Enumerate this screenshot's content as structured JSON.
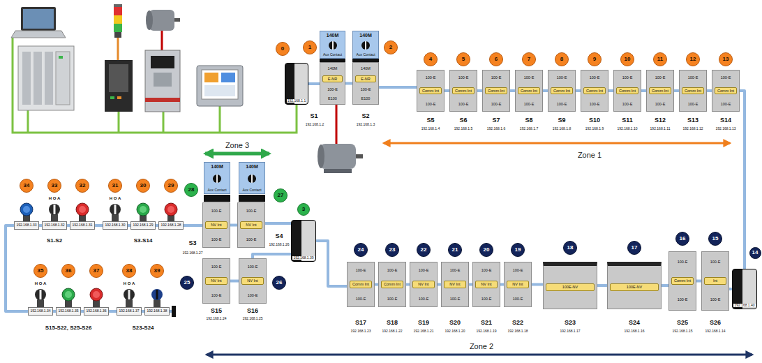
{
  "diagram": {
    "nodes": [
      {
        "text": [
          "0"
        ]
      },
      {
        "text": [
          "1"
        ]
      },
      {
        "text": [
          "2"
        ]
      },
      {
        "text": [
          "4"
        ]
      },
      {
        "text": [
          "5"
        ]
      },
      {
        "text": [
          "6"
        ]
      },
      {
        "text": [
          "7"
        ]
      },
      {
        "text": [
          "8"
        ]
      },
      {
        "text": [
          "9"
        ]
      },
      {
        "text": [
          "10"
        ]
      },
      {
        "text": [
          "11"
        ]
      },
      {
        "text": [
          "12"
        ]
      },
      {
        "text": [
          "13"
        ]
      },
      {
        "text": [
          "192.168.1.1"
        ]
      },
      {
        "text": [
          "140M",
          "Aux Contact"
        ]
      },
      {
        "text": [
          "140M",
          "Aux Contact"
        ]
      },
      {
        "text": [
          "140M",
          "E-NR",
          "100-E",
          "E100"
        ]
      },
      {
        "text": [
          "140M",
          "E-NR",
          "100-E",
          "E100"
        ]
      },
      {
        "text": [
          "100-E",
          "Comm Int",
          "100-E"
        ]
      },
      {
        "text": [
          "100-E",
          "Comm Int",
          "100-E"
        ]
      },
      {
        "text": [
          "100-E",
          "Comm Int",
          "100-E"
        ]
      },
      {
        "text": [
          "100-E",
          "Comm Int",
          "100-E"
        ]
      },
      {
        "text": [
          "100-E",
          "Comm Int",
          "100-E"
        ]
      },
      {
        "text": [
          "100-E",
          "Comm Int",
          "100-E"
        ]
      },
      {
        "text": [
          "100-E",
          "Comm Int",
          "100-E"
        ]
      },
      {
        "text": [
          "100-E",
          "Comm Int",
          "100-E"
        ]
      },
      {
        "text": [
          "100-E",
          "Comm Int",
          "100-E"
        ]
      },
      {
        "text": [
          "100-E",
          "Comm Int",
          "100-E"
        ]
      },
      {
        "text": [
          "28"
        ]
      },
      {
        "text": [
          "27"
        ]
      },
      {
        "text": [
          "3"
        ]
      },
      {
        "text": [
          "140M",
          "Aux Contact"
        ]
      },
      {
        "text": [
          "140M",
          "Aux Contact"
        ]
      },
      {
        "text": [
          "100-E",
          "NV Int",
          "100-E"
        ]
      },
      {
        "text": [
          "100-E",
          "NV Int",
          "100-E"
        ]
      },
      {
        "text": [
          "192.168.1.39"
        ]
      },
      {
        "text": [
          "25"
        ]
      },
      {
        "text": [
          "26"
        ]
      },
      {
        "text": [
          "100-E",
          "NV Int",
          "100-E"
        ]
      },
      {
        "text": [
          "100-E",
          "NV Int",
          "100-E"
        ]
      },
      {
        "text": [
          "24"
        ]
      },
      {
        "text": [
          "23"
        ]
      },
      {
        "text": [
          "22"
        ]
      },
      {
        "text": [
          "21"
        ]
      },
      {
        "text": [
          "20"
        ]
      },
      {
        "text": [
          "19"
        ]
      },
      {
        "text": [
          "18"
        ]
      },
      {
        "text": [
          "17"
        ]
      },
      {
        "text": [
          "16"
        ]
      },
      {
        "text": [
          "15"
        ]
      },
      {
        "text": [
          "14"
        ]
      },
      {
        "text": [
          "192.168.1.40"
        ]
      },
      {
        "text": [
          "100-E",
          "Comm Int",
          "100-E"
        ]
      },
      {
        "text": [
          "100-E",
          "Comm Int",
          "100-E"
        ]
      },
      {
        "text": [
          "100-E",
          "NV Int",
          "100-E"
        ]
      },
      {
        "text": [
          "100-E",
          "NV Int",
          "100-E"
        ]
      },
      {
        "text": [
          "100-E",
          "NV Int",
          "100-E"
        ]
      },
      {
        "text": [
          "100-E",
          "NV Int",
          "100-E"
        ]
      },
      {
        "text": [
          "100E-NV"
        ]
      },
      {
        "text": [
          "100E-NV"
        ]
      },
      {
        "text": [
          "100-E",
          "Comm Int",
          "100-E"
        ]
      },
      {
        "text": [
          "100-E",
          "Int",
          "100-E"
        ]
      },
      {
        "text": [
          "34"
        ]
      },
      {
        "text": [
          "33"
        ]
      },
      {
        "text": [
          "32"
        ]
      },
      {
        "text": [
          "31"
        ]
      },
      {
        "text": [
          "30"
        ]
      },
      {
        "text": [
          "29"
        ]
      },
      {
        "text": [
          "192.168.1.33"
        ]
      },
      {
        "text": [
          "192.168.1.32"
        ]
      },
      {
        "text": [
          "192.168.1.31"
        ]
      },
      {
        "text": [
          "192.168.1.30"
        ]
      },
      {
        "text": [
          "192.168.1.29"
        ]
      },
      {
        "text": [
          "192.168.1.28"
        ]
      },
      {
        "text": [
          "35"
        ]
      },
      {
        "text": [
          "36"
        ]
      },
      {
        "text": [
          "37"
        ]
      },
      {
        "text": [
          "38"
        ]
      },
      {
        "text": [
          "39"
        ]
      },
      {
        "text": [
          "192.168.1.34"
        ]
      },
      {
        "text": [
          "192.168.1.35"
        ]
      },
      {
        "text": [
          "192.168.1.36"
        ]
      },
      {
        "text": [
          "192.168.1.37"
        ]
      },
      {
        "text": [
          "192.168.1.38"
        ]
      }
    ],
    "edges": [
      {
        "from": 13,
        "to": 16,
        "arrow": "none"
      },
      {
        "from": 16,
        "to": 17,
        "arrow": "none"
      },
      {
        "from": 17,
        "to": 18,
        "arrow": "none"
      },
      {
        "from": 18,
        "to": 19,
        "arrow": "none"
      },
      {
        "from": 19,
        "to": 20,
        "arrow": "none"
      },
      {
        "from": 20,
        "to": 21,
        "arrow": "none"
      },
      {
        "from": 21,
        "to": 22,
        "arrow": "none"
      },
      {
        "from": 22,
        "to": 23,
        "arrow": "none"
      },
      {
        "from": 23,
        "to": 24,
        "arrow": "none"
      },
      {
        "from": 24,
        "to": 25,
        "arrow": "none"
      },
      {
        "from": 25,
        "to": 26,
        "arrow": "none"
      },
      {
        "from": 26,
        "to": 27,
        "arrow": "none"
      },
      {
        "from": 27,
        "to": 51,
        "arrow": "none"
      },
      {
        "from": 51,
        "to": 61,
        "arrow": "none"
      },
      {
        "from": 61,
        "to": 60,
        "arrow": "none"
      },
      {
        "from": 60,
        "to": 59,
        "arrow": "none"
      },
      {
        "from": 59,
        "to": 58,
        "arrow": "none"
      },
      {
        "from": 58,
        "to": 57,
        "arrow": "none"
      },
      {
        "from": 57,
        "to": 56,
        "arrow": "none"
      },
      {
        "from": 56,
        "to": 55,
        "arrow": "none"
      },
      {
        "from": 55,
        "to": 54,
        "arrow": "none"
      },
      {
        "from": 54,
        "to": 53,
        "arrow": "none"
      },
      {
        "from": 53,
        "to": 52,
        "arrow": "none"
      },
      {
        "from": 52,
        "to": 35,
        "arrow": "none"
      },
      {
        "from": 35,
        "to": 34,
        "arrow": "none"
      },
      {
        "from": 34,
        "to": 33,
        "arrow": "none"
      },
      {
        "from": 33,
        "to": 73,
        "arrow": "none"
      },
      {
        "from": 73,
        "to": 72,
        "arrow": "none"
      },
      {
        "from": 72,
        "to": 71,
        "arrow": "none"
      },
      {
        "from": 71,
        "to": 70,
        "arrow": "none"
      },
      {
        "from": 70,
        "to": 69,
        "arrow": "none"
      },
      {
        "from": 69,
        "to": 68,
        "arrow": "none"
      },
      {
        "from": 68,
        "to": 79,
        "arrow": "none"
      },
      {
        "from": 79,
        "to": 80,
        "arrow": "none"
      },
      {
        "from": 80,
        "to": 81,
        "arrow": "none"
      },
      {
        "from": 81,
        "to": 82,
        "arrow": "none"
      },
      {
        "from": 82,
        "to": 83,
        "arrow": "none"
      },
      {
        "from": 35,
        "to": 39,
        "arrow": "none"
      },
      {
        "from": 39,
        "to": 38,
        "arrow": "none"
      }
    ],
    "labels": [
      "S1",
      "192.168.1.2",
      "S2",
      "192.168.1.3",
      "S5",
      "192.168.1.4",
      "S6",
      "192.168.1.5",
      "S7",
      "192.168.1.6",
      "S8",
      "192.168.1.7",
      "S9",
      "192.168.1.8",
      "S10",
      "192.168.1.9",
      "S11",
      "192.168.1.10",
      "S12",
      "192.168.1.11",
      "S13",
      "192.168.1.12",
      "S14",
      "192.168.1.13",
      "Zone 1",
      "Zone 3",
      "S3",
      "192.168.1.27",
      "S4",
      "192.168.1.26",
      "S15",
      "192.168.1.24",
      "S16",
      "192.168.1.25",
      "S17",
      "192.168.1.23",
      "S18",
      "192.168.1.22",
      "S19",
      "192.168.1.21",
      "S20",
      "192.168.1.20",
      "S21",
      "192.168.1.19",
      "S22",
      "192.168.1.18",
      "S23",
      "192.168.1.17",
      "S24",
      "192.168.1.16",
      "S25",
      "192.168.1.15",
      "S26",
      "192.168.1.14",
      "Zone 2",
      "H O A",
      "H O A",
      "H O A",
      "H O A",
      "S1-S2",
      "S3-S14",
      "S15-S22, S25-S26",
      "S23-S24"
    ]
  }
}
